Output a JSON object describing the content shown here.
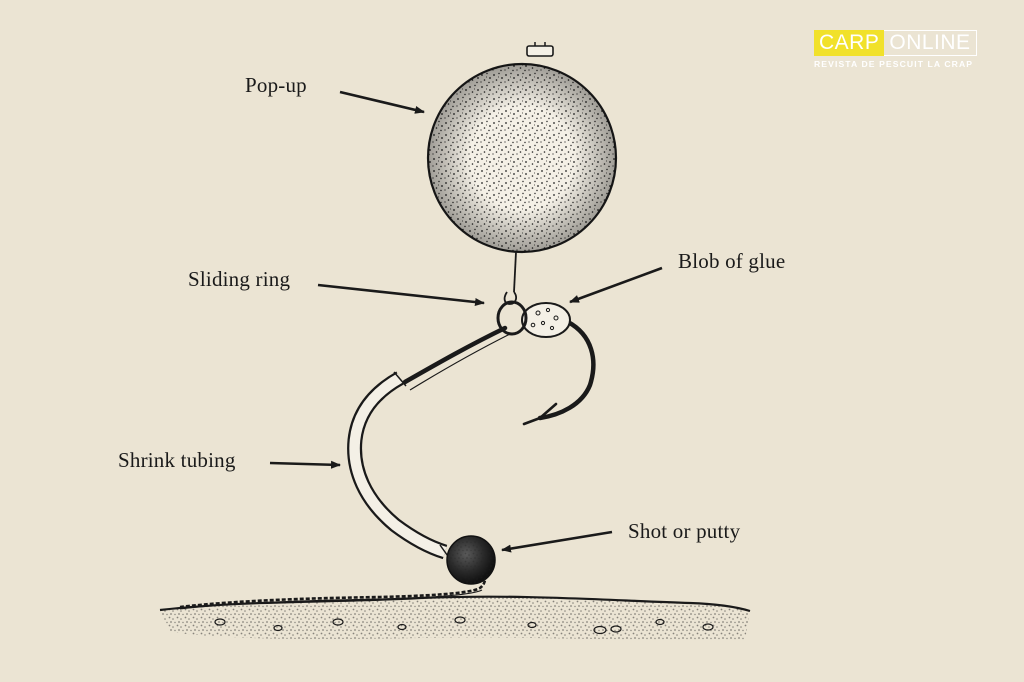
{
  "logo": {
    "word1": "CARP",
    "word2": "ONLINE",
    "tagline": "REVISTA DE PESCUIT LA CRAP",
    "accent_color": "#f1e12a"
  },
  "labels": {
    "pop_up": "Pop-up",
    "sliding_ring": "Sliding ring",
    "blob_of_glue": "Blob of glue",
    "shrink_tubing": "Shrink tubing",
    "shot_or_putty": "Shot or putty"
  },
  "colors": {
    "background": "#ebe4d3",
    "ink": "#1a1a1a"
  }
}
